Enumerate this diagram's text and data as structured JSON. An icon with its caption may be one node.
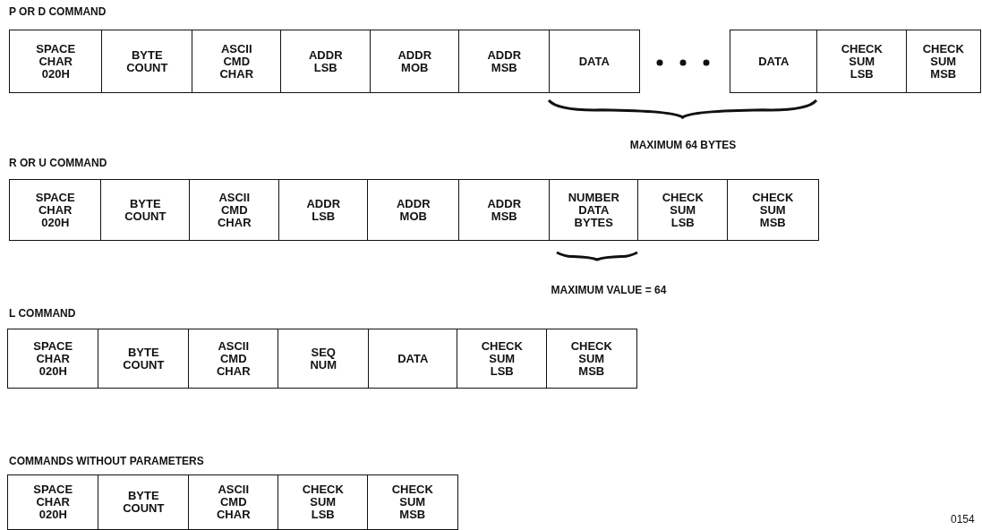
{
  "diagram": {
    "nodes": [
      {
        "text": [
          "SPACE CHAR 020H"
        ]
      },
      {
        "text": [
          "BYTE COUNT"
        ]
      },
      {
        "text": [
          "ASCII CMD CHAR"
        ]
      },
      {
        "text": [
          "ADDR LSB"
        ]
      },
      {
        "text": [
          "ADDR MOB"
        ]
      },
      {
        "text": [
          "ADDR MSB"
        ]
      },
      {
        "text": [
          "DATA"
        ]
      },
      {
        "text": [
          "DATA"
        ]
      },
      {
        "text": [
          "CHECK SUM LSB"
        ]
      },
      {
        "text": [
          "CHECK SUM MSB"
        ]
      },
      {
        "text": [
          "SPACE CHAR 020H"
        ]
      },
      {
        "text": [
          "BYTE COUNT"
        ]
      },
      {
        "text": [
          "ASCII CMD CHAR"
        ]
      },
      {
        "text": [
          "ADDR LSB"
        ]
      },
      {
        "text": [
          "ADDR MOB"
        ]
      },
      {
        "text": [
          "ADDR MSB"
        ]
      },
      {
        "text": [
          "NUMBER DATA BYTES"
        ]
      },
      {
        "text": [
          "CHECK SUM LSB"
        ]
      },
      {
        "text": [
          "CHECK SUM MSB"
        ]
      },
      {
        "text": [
          "SPACE CHAR 020H"
        ]
      },
      {
        "text": [
          "BYTE COUNT"
        ]
      },
      {
        "text": [
          "ASCII CMD CHAR"
        ]
      },
      {
        "text": [
          "SEQ NUM"
        ]
      },
      {
        "text": [
          "DATA"
        ]
      },
      {
        "text": [
          "CHECK SUM LSB"
        ]
      },
      {
        "text": [
          "CHECK SUM MSB"
        ]
      },
      {
        "text": [
          "SPACE CHAR 020H"
        ]
      },
      {
        "text": [
          "BYTE COUNT"
        ]
      },
      {
        "text": [
          "ASCII CMD CHAR"
        ]
      },
      {
        "text": [
          "CHECK SUM LSB"
        ]
      },
      {
        "text": [
          "CHECK SUM MSB"
        ]
      }
    ],
    "edges": [],
    "labels": [
      "P OR D COMMAND",
      "MAXIMUM 64 BYTES",
      "R OR U COMMAND",
      "MAXIMUM VALUE = 64",
      "L COMMAND",
      "COMMANDS WITHOUT PARAMETERS",
      "0154"
    ]
  }
}
